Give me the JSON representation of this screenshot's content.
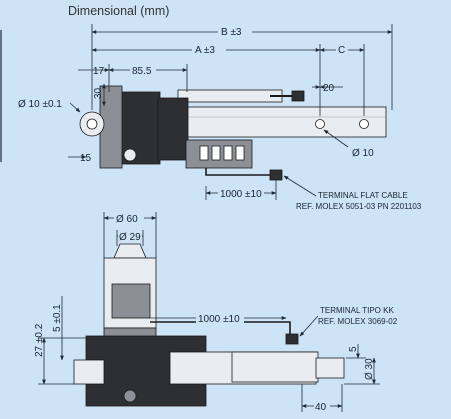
{
  "title": "Dimensional (mm)",
  "dimensions": {
    "b": "B ±3",
    "a": "A ±3",
    "c": "C",
    "d17": "17",
    "d85": "85.5",
    "d20": "20",
    "d30": "30",
    "d10_pin": "Ø 10 ±0.1",
    "d10_hole": "Ø 10",
    "d15": "15",
    "cable1": "1000 ±10",
    "d60": "Ø 60",
    "d29": "Ø 29",
    "d27": "27 ±0.2",
    "d5_01": "5 ±0.1",
    "cable2": "1000 ±10",
    "d5": "5",
    "d30b": "Ø 30",
    "d40": "40"
  },
  "notes": {
    "flat_cable_title": "TERMINAL FLAT CABLE",
    "flat_cable_ref": "REF. MOLEX 5051-03 PN 2201103",
    "kk_title": "TERMINAL TIPO KK",
    "kk_ref": "REF. MOLEX 3069-02"
  },
  "colors": {
    "background": "#cde3f6",
    "lines": "#1f2a36",
    "part_dark": "#2d2f33",
    "part_light": "#e9edf1"
  }
}
